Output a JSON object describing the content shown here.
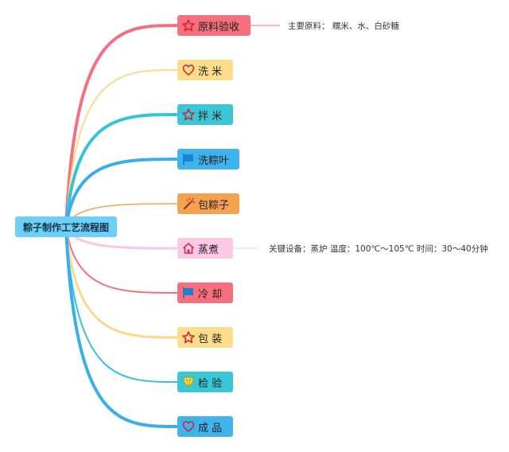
{
  "diagram": {
    "root": {
      "label": "粽子制作工艺流程图",
      "color": "#6fd0f5"
    },
    "steps": [
      {
        "label": "原料验收",
        "icon": "star-icon",
        "node_color": "#f76f7c",
        "line_color": "#f5707c",
        "note": "主要原料：  糯米、水、白砂糖"
      },
      {
        "label": "洗 米",
        "icon": "heart-icon",
        "node_color": "#fddd8a",
        "line_color": "#fbd98a"
      },
      {
        "label": "拌 米",
        "icon": "star-icon",
        "node_color": "#39c6d6",
        "line_color": "#33c4d6"
      },
      {
        "label": "洗粽叶",
        "icon": "flag-icon",
        "node_color": "#3eb4ec",
        "line_color": "#3aaeea"
      },
      {
        "label": "包粽子",
        "icon": "magic-wand-icon",
        "node_color": "#f6a14f",
        "line_color": "#f5a24f"
      },
      {
        "label": "蒸煮",
        "icon": "home-icon",
        "node_color": "#fcc8e6",
        "line_color": "#fbc6e4",
        "note": "关键设备：蒸炉 温度：100℃～105℃ 时间：30～40分钟"
      },
      {
        "label": "冷 却",
        "icon": "flag-icon",
        "node_color": "#f76f7c",
        "line_color": "#f5707c"
      },
      {
        "label": "包 装",
        "icon": "star-icon",
        "node_color": "#fddd8a",
        "line_color": "#fbd98a"
      },
      {
        "label": "检 验",
        "icon": "diamond-icon",
        "node_color": "#39c6d6",
        "line_color": "#33c4d6"
      },
      {
        "label": "成 品",
        "icon": "heart-icon",
        "node_color": "#3eb4ec",
        "line_color": "#3aaeea"
      }
    ]
  }
}
